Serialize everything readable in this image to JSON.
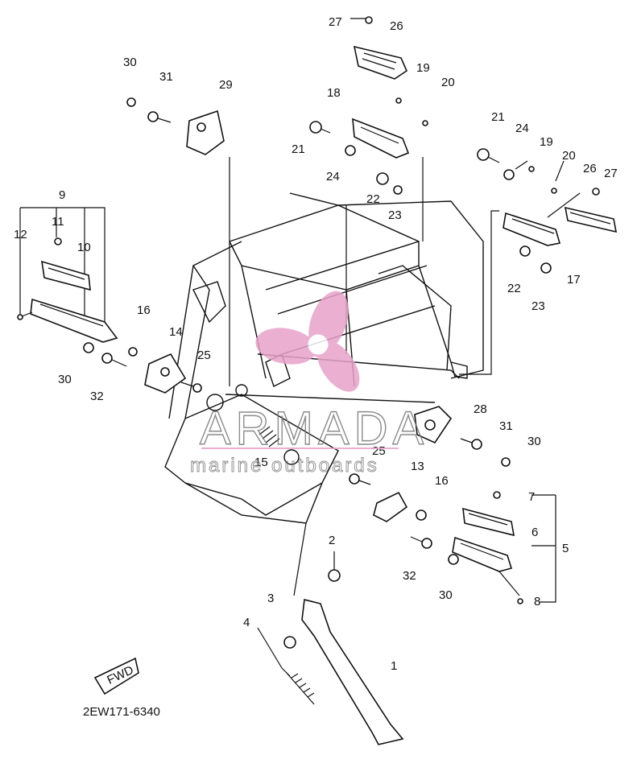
{
  "diagram": {
    "callouts": [
      "1",
      "2",
      "3",
      "4",
      "5",
      "6",
      "7",
      "8",
      "9",
      "10",
      "11",
      "12",
      "13",
      "14",
      "15",
      "16",
      "17",
      "18",
      "19",
      "20",
      "21",
      "22",
      "23",
      "24",
      "25",
      "26",
      "27",
      "28",
      "29",
      "30",
      "31",
      "32"
    ],
    "figure_code": "2EW171-6340",
    "fwd_label": "FWD"
  },
  "watermark": {
    "brand": "ARMADA",
    "tagline": "marine outboards",
    "accent_color": "#e8a3c9"
  }
}
